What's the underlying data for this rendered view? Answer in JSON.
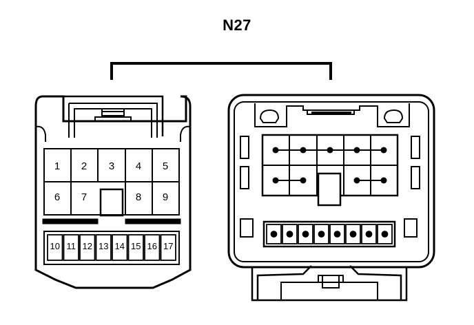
{
  "title": "N27",
  "left_connector": {
    "top_row_pins": [
      "1",
      "2",
      "3",
      "4",
      "5"
    ],
    "middle_row_pins": [
      "6",
      "7",
      "8",
      "9"
    ],
    "bottom_row_pins": [
      "10",
      "11",
      "12",
      "13",
      "14",
      "15",
      "16",
      "17"
    ]
  },
  "right_connector": {
    "upper_grid_rows": 2,
    "upper_grid_columns": 5,
    "bottom_row_contacts": 8
  },
  "colors": {
    "line": "#000000",
    "background": "#ffffff"
  }
}
